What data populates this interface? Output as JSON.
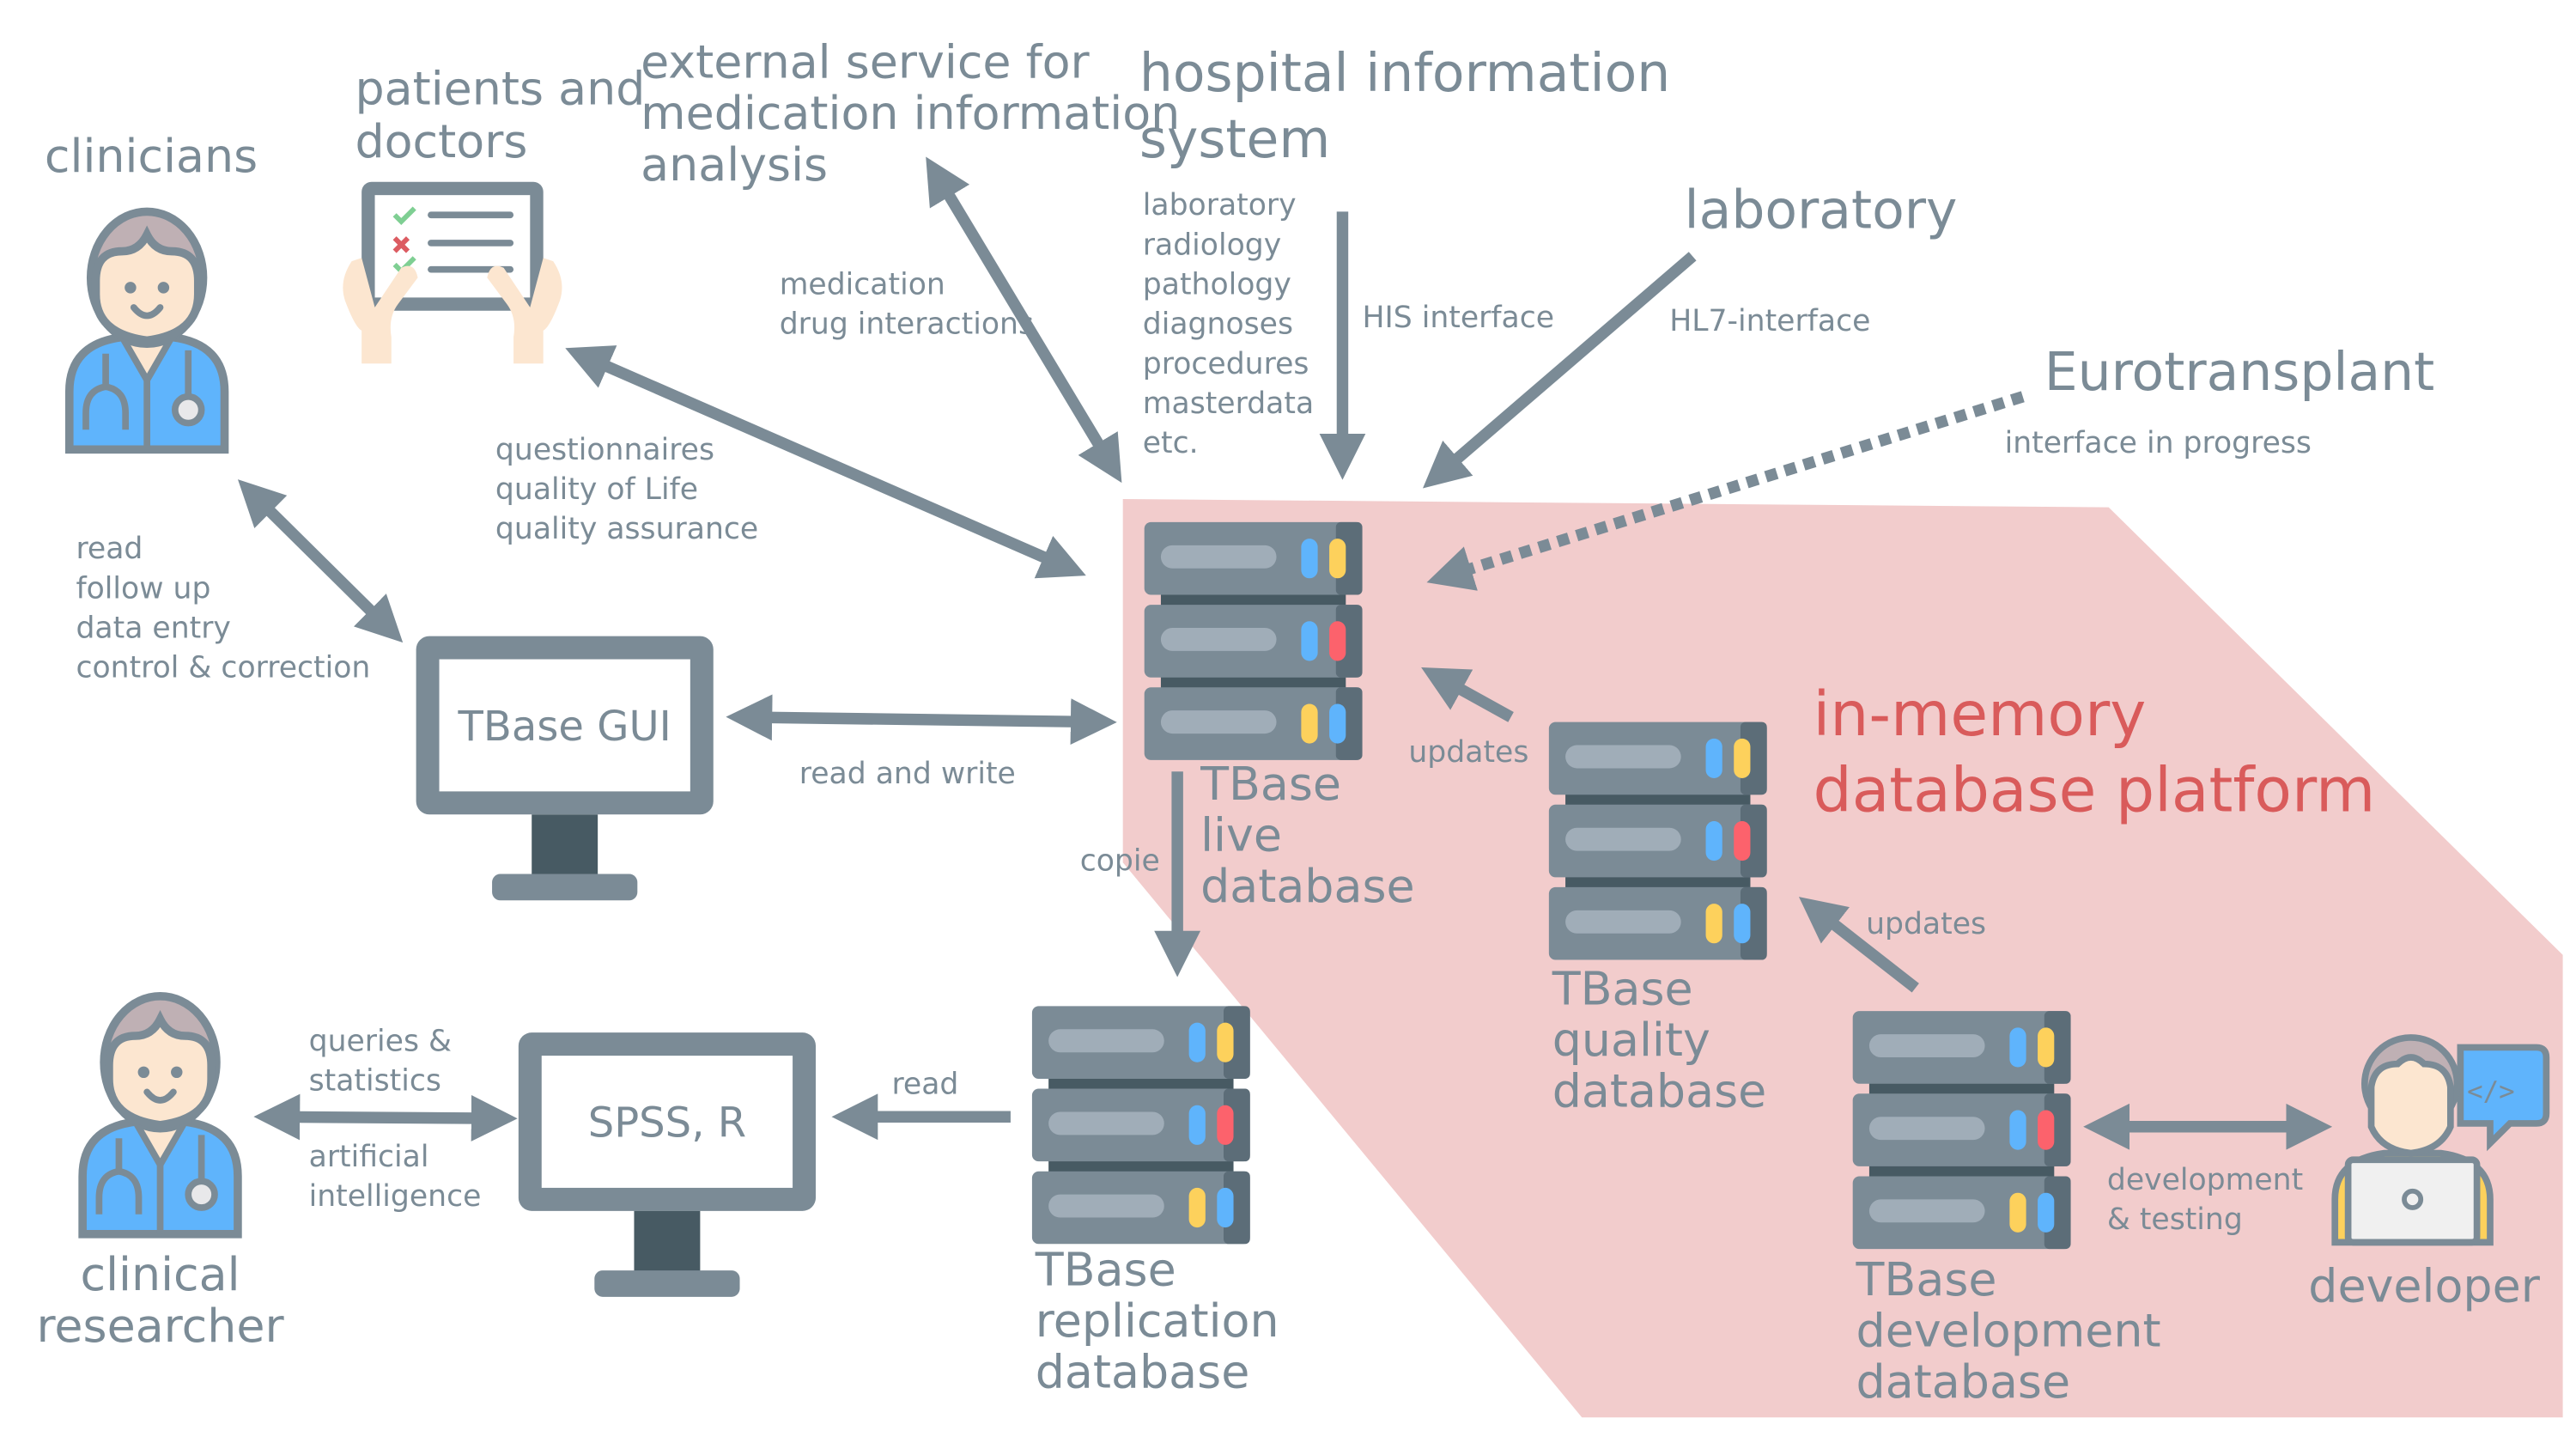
{
  "colors": {
    "text_gray": "#7b8b96",
    "accent_red": "#d95b5b",
    "platform_fill": "#f2cccc",
    "server_body": "#7b8b96",
    "server_dark": "#5c6d78",
    "server_gap": "#475a63",
    "led_blue": "#5fb4fc",
    "led_yellow": "#fdd15c",
    "led_red": "#fc626c",
    "skin": "#fce6d0",
    "hair": "#bfb0b4",
    "scrubs": "#5fb4fc",
    "check_green": "#7fcf93",
    "cross_red": "#dc5c62",
    "sweater_yellow": "#fdd15c"
  },
  "actors": {
    "clinicians": {
      "label": "clinicians",
      "icon": "doctor-icon"
    },
    "patients": {
      "label_lines": [
        "patients and",
        "doctors"
      ],
      "icon": "tablet-checklist-icon"
    },
    "external_service": {
      "label_lines": [
        "external service for",
        "medication information",
        "analysis"
      ]
    },
    "his": {
      "label_lines": [
        "hospital information",
        "system"
      ]
    },
    "laboratory": {
      "label": "laboratory"
    },
    "eurotransplant": {
      "label": "Eurotransplant"
    },
    "clinical_researcher": {
      "label_lines": [
        "clinical",
        "researcher"
      ],
      "icon": "doctor-icon"
    },
    "developer": {
      "label": "developer",
      "icon": "developer-laptop-icon"
    }
  },
  "systems": {
    "tbase_gui": {
      "label": "TBase GUI",
      "icon": "monitor-icon"
    },
    "spss": {
      "label": "SPSS, R",
      "icon": "monitor-icon"
    },
    "live_db": {
      "label_lines": [
        "TBase",
        "live",
        "database"
      ],
      "icon": "server-rack-icon"
    },
    "quality_db": {
      "label_lines": [
        "TBase",
        "quality",
        "database"
      ],
      "icon": "server-rack-icon"
    },
    "replication_db": {
      "label_lines": [
        "TBase",
        "replication",
        "database"
      ],
      "icon": "server-rack-icon"
    },
    "development_db": {
      "label_lines": [
        "TBase",
        "development",
        "database"
      ],
      "icon": "server-rack-icon"
    }
  },
  "platform": {
    "title_lines": [
      "in-memory",
      "database platform"
    ]
  },
  "edge_labels": {
    "his_items": [
      "laboratory",
      "radiology",
      "pathology",
      "diagnoses",
      "procedures",
      "masterdata",
      "etc."
    ],
    "his_interface": "HIS interface",
    "hl7_interface": "HL7-interface",
    "euro_interface": "interface in progress",
    "medication": [
      "medication",
      "drug interactions"
    ],
    "questionnaires": [
      "questionnaires",
      "quality of Life",
      "quality assurance"
    ],
    "clinician_tasks": [
      "read",
      "follow up",
      "data entry",
      "control & correction"
    ],
    "read_write": "read and write",
    "copie": "copie",
    "updates_quality": "updates",
    "updates_dev": "updates",
    "research_top": [
      "queries &",
      "statistics"
    ],
    "research_bottom": [
      "artificial",
      "intelligence"
    ],
    "read_replication": "read",
    "dev_testing": [
      "development",
      "& testing"
    ]
  }
}
